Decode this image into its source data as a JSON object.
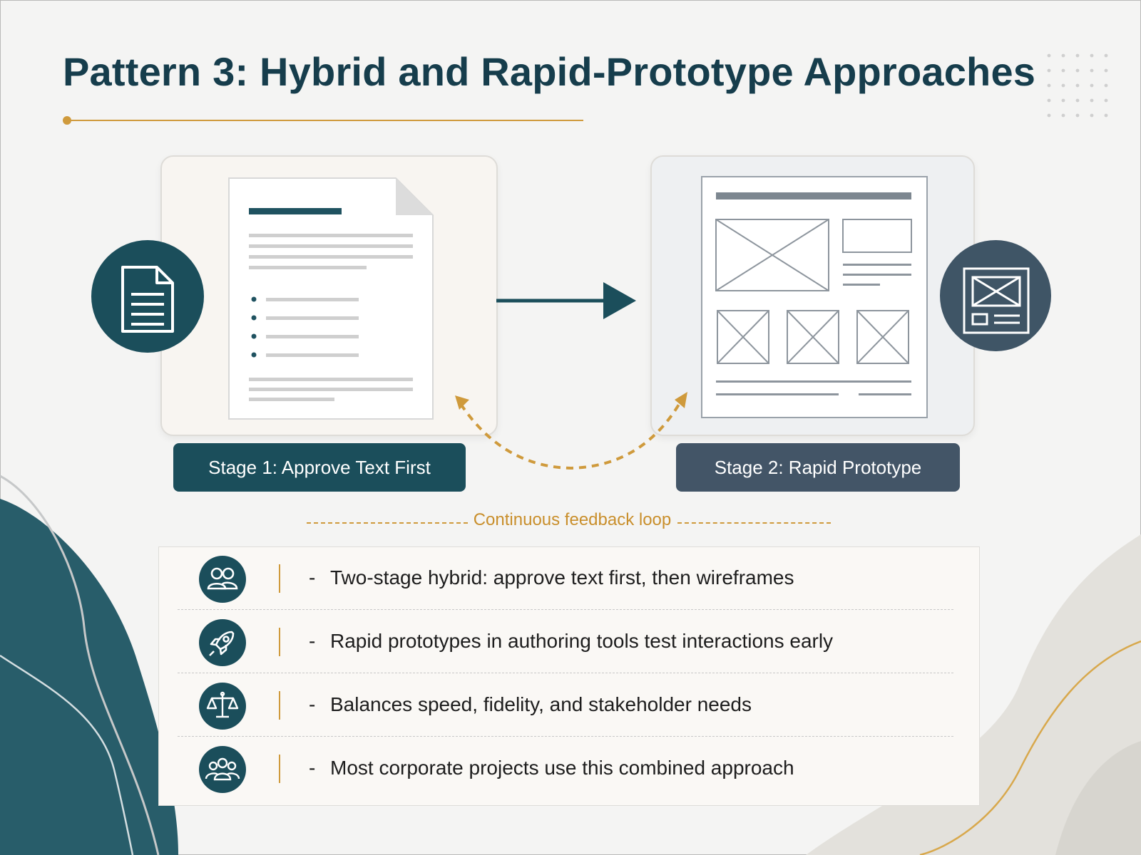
{
  "title": "Pattern 3: Hybrid and Rapid-Prototype Approaches",
  "stages": {
    "stage1_label": "Stage 1: Approve Text First",
    "stage2_label": "Stage 2: Rapid Prototype"
  },
  "feedback_loop": "Continuous feedback loop",
  "bullets": [
    {
      "icon": "people-icon",
      "text": "Two-stage hybrid: approve text first, then wireframes"
    },
    {
      "icon": "rocket-icon",
      "text": "Rapid prototypes in authoring tools test interactions early"
    },
    {
      "icon": "scales-icon",
      "text": "Balances speed, fidelity, and stakeholder needs"
    },
    {
      "icon": "group-icon",
      "text": "Most corporate projects use this combined approach"
    }
  ],
  "colors": {
    "teal": "#1b4e5b",
    "slate": "#435567",
    "gold": "#cf9a3c",
    "title": "#163d4c",
    "background": "#f4f4f3"
  }
}
